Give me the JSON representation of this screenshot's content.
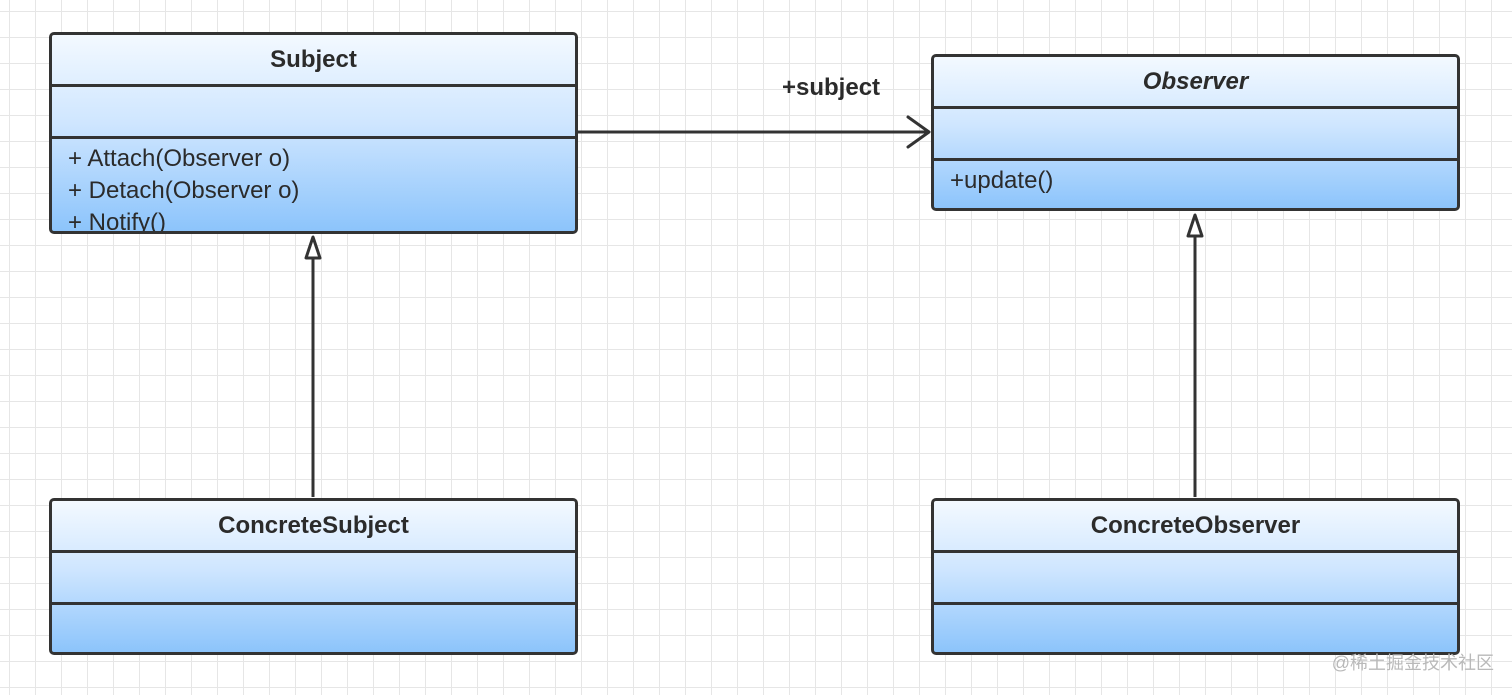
{
  "classes": {
    "subject": {
      "name": "Subject",
      "operations": [
        "+ Attach(Observer o)",
        "+ Detach(Observer o)",
        "+ Notify()"
      ]
    },
    "observer": {
      "name": "Observer",
      "abstract": true,
      "operations": [
        "+update()"
      ]
    },
    "concrete_subject": {
      "name": "ConcreteSubject"
    },
    "concrete_observer": {
      "name": "ConcreteObserver"
    }
  },
  "association": {
    "label": "+subject",
    "from": "Subject",
    "to": "Observer",
    "type": "directed-association"
  },
  "generalizations": [
    {
      "from": "ConcreteSubject",
      "to": "Subject"
    },
    {
      "from": "ConcreteObserver",
      "to": "Observer"
    }
  ],
  "colors": {
    "stroke": "#333333",
    "fill_top": "#f3f9ff",
    "fill_bottom": "#8cc4fb"
  },
  "watermark": "@稀土掘金技术社区"
}
